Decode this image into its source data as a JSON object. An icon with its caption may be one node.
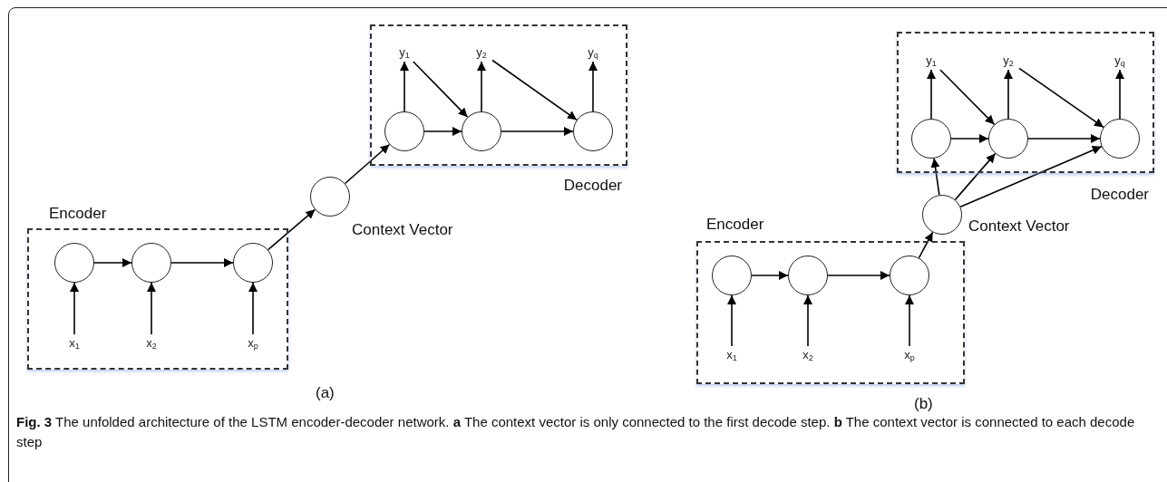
{
  "diagram": {
    "caption": "**Fig. 3** The unfolded architecture of the LSTM encoder-decoder network. **a** The context vector is only connected to the first decode step. **b** The context vector is connected to each decode step",
    "nodes": [
      {
        "text": [
          "Encoder"
        ]
      },
      {
        "text": [],
        "shape": "circle",
        "in": 0
      },
      {
        "text": [],
        "shape": "circle",
        "in": 0
      },
      {
        "text": [],
        "shape": "circle",
        "in": 0
      },
      {
        "text": [
          "x$_{1}$"
        ],
        "in": 0
      },
      {
        "text": [
          "x$_{2}$"
        ],
        "in": 0
      },
      {
        "text": [
          "x$_{p}$"
        ],
        "in": 0
      },
      {
        "text": [],
        "shape": "circle",
        "beside": [
          "Context Vector"
        ]
      },
      {
        "text": [
          "Decoder"
        ]
      },
      {
        "text": [
          "y$_{1}$"
        ],
        "in": 8
      },
      {
        "text": [
          "y$_{2}$"
        ],
        "in": 8
      },
      {
        "text": [
          "y$_{q}$"
        ],
        "in": 8
      },
      {
        "text": [],
        "shape": "circle",
        "in": 8
      },
      {
        "text": [],
        "shape": "circle",
        "in": 8
      },
      {
        "text": [],
        "shape": "circle",
        "in": 8
      },
      {
        "text": [
          "Encoder"
        ]
      },
      {
        "text": [],
        "shape": "circle",
        "in": 15
      },
      {
        "text": [],
        "shape": "circle",
        "in": 15
      },
      {
        "text": [],
        "shape": "circle",
        "in": 15
      },
      {
        "text": [
          "x$_{1}$"
        ],
        "in": 15
      },
      {
        "text": [
          "x$_{2}$"
        ],
        "in": 15
      },
      {
        "text": [
          "x$_{p}$"
        ],
        "in": 15
      },
      {
        "text": [],
        "shape": "circle",
        "beside": [
          "Context Vector"
        ]
      },
      {
        "text": [
          "Decoder"
        ]
      },
      {
        "text": [
          "y$_{1}$"
        ],
        "in": 23
      },
      {
        "text": [
          "y$_{2}$"
        ],
        "in": 23
      },
      {
        "text": [
          "y$_{q}$"
        ],
        "in": 23
      },
      {
        "text": [],
        "shape": "circle",
        "in": 23
      },
      {
        "text": [],
        "shape": "circle",
        "in": 23
      },
      {
        "text": [],
        "shape": "circle",
        "in": 23
      }
    ],
    "edges": [
      {
        "from": 4,
        "to": 1,
        "arrow": "to"
      },
      {
        "from": 5,
        "to": 2,
        "arrow": "to"
      },
      {
        "from": 6,
        "to": 3,
        "arrow": "to"
      },
      {
        "from": 1,
        "to": 2,
        "arrow": "to"
      },
      {
        "from": 2,
        "to": 3,
        "arrow": "to"
      },
      {
        "from": 3,
        "to": 7,
        "arrow": "to"
      },
      {
        "from": 7,
        "to": 12,
        "arrow": "to"
      },
      {
        "from": 12,
        "to": 13,
        "arrow": "to"
      },
      {
        "from": 13,
        "to": 14,
        "arrow": "to"
      },
      {
        "from": 12,
        "to": 9,
        "arrow": "to"
      },
      {
        "from": 13,
        "to": 10,
        "arrow": "to"
      },
      {
        "from": 14,
        "to": 11,
        "arrow": "to"
      },
      {
        "from": 9,
        "to": 13,
        "arrow": "to"
      },
      {
        "from": 10,
        "to": 14,
        "arrow": "to"
      },
      {
        "from": 19,
        "to": 16,
        "arrow": "to"
      },
      {
        "from": 20,
        "to": 17,
        "arrow": "to"
      },
      {
        "from": 21,
        "to": 18,
        "arrow": "to"
      },
      {
        "from": 16,
        "to": 17,
        "arrow": "to"
      },
      {
        "from": 17,
        "to": 18,
        "arrow": "to"
      },
      {
        "from": 18,
        "to": 22,
        "arrow": "to"
      },
      {
        "from": 22,
        "to": 27,
        "arrow": "to"
      },
      {
        "from": 22,
        "to": 28,
        "arrow": "to"
      },
      {
        "from": 22,
        "to": 29,
        "arrow": "to"
      },
      {
        "from": 27,
        "to": 28,
        "arrow": "to"
      },
      {
        "from": 28,
        "to": 29,
        "arrow": "to"
      },
      {
        "from": 27,
        "to": 24,
        "arrow": "to"
      },
      {
        "from": 28,
        "to": 25,
        "arrow": "to"
      },
      {
        "from": 29,
        "to": 26,
        "arrow": "to"
      },
      {
        "from": 24,
        "to": 28,
        "arrow": "to"
      },
      {
        "from": 25,
        "to": 29,
        "arrow": "to"
      }
    ],
    "labels": [
      "(a)",
      "(b)"
    ]
  }
}
